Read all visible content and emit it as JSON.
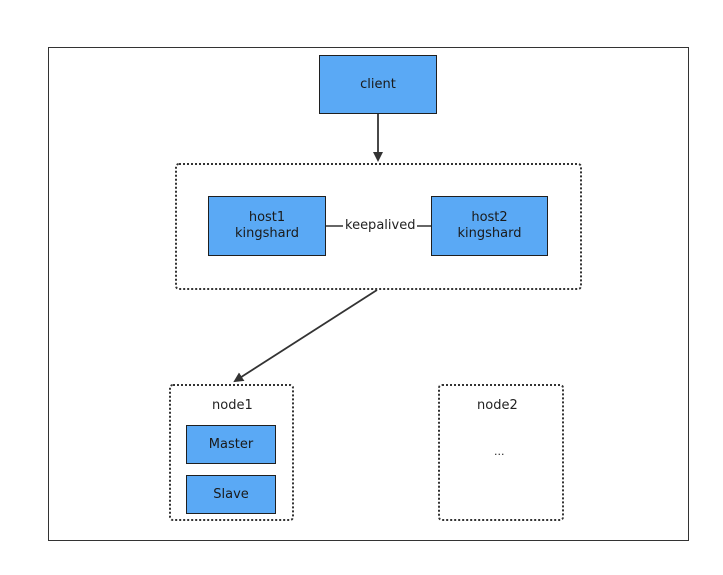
{
  "client": {
    "label": "client"
  },
  "proxy_group": {
    "host1": {
      "line1": "host1",
      "line2": "kingshard"
    },
    "host2": {
      "line1": "host2",
      "line2": "kingshard"
    },
    "link_label": "keepalived"
  },
  "node1": {
    "title": "node1",
    "master_label": "Master",
    "slave_label": "Slave"
  },
  "node2": {
    "title": "node2",
    "placeholder": "..."
  },
  "colors": {
    "box_fill": "#5aa9f5",
    "border": "#333333"
  }
}
